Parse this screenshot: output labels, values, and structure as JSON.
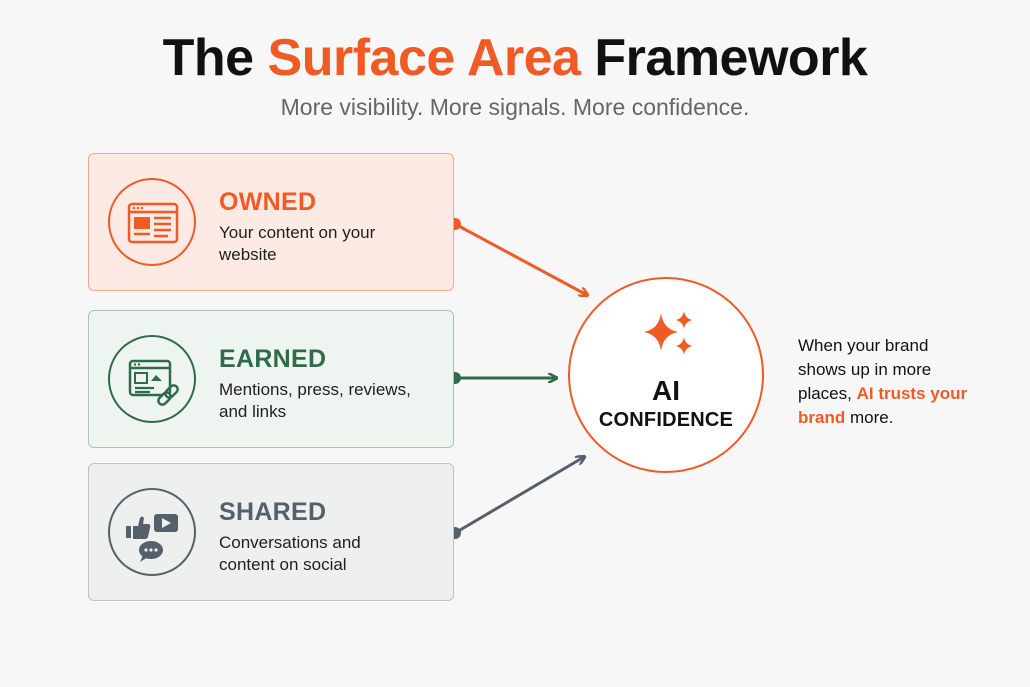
{
  "title": {
    "part1": "The ",
    "accent": "Surface Area",
    "part2": " Framework"
  },
  "subtitle": "More visibility. More signals. More confidence.",
  "cards": [
    {
      "title": "OWNED",
      "description": "Your content on your website",
      "icon": "browser-layout-icon",
      "color": "#f05a24"
    },
    {
      "title": "EARNED",
      "description": "Mentions, press, reviews, and links",
      "icon": "media-link-icon",
      "color": "#2f6b4a"
    },
    {
      "title": "SHARED",
      "description": "Conversations and content on social",
      "icon": "social-icons",
      "color": "#55606a"
    }
  ],
  "center": {
    "icon": "sparkle-icon",
    "label": "AI",
    "sublabel": "CONFIDENCE",
    "color": "#f05a24"
  },
  "note": {
    "before": "When your brand shows up in more places, ",
    "highlight": "AI trusts your brand",
    "after": " more."
  }
}
